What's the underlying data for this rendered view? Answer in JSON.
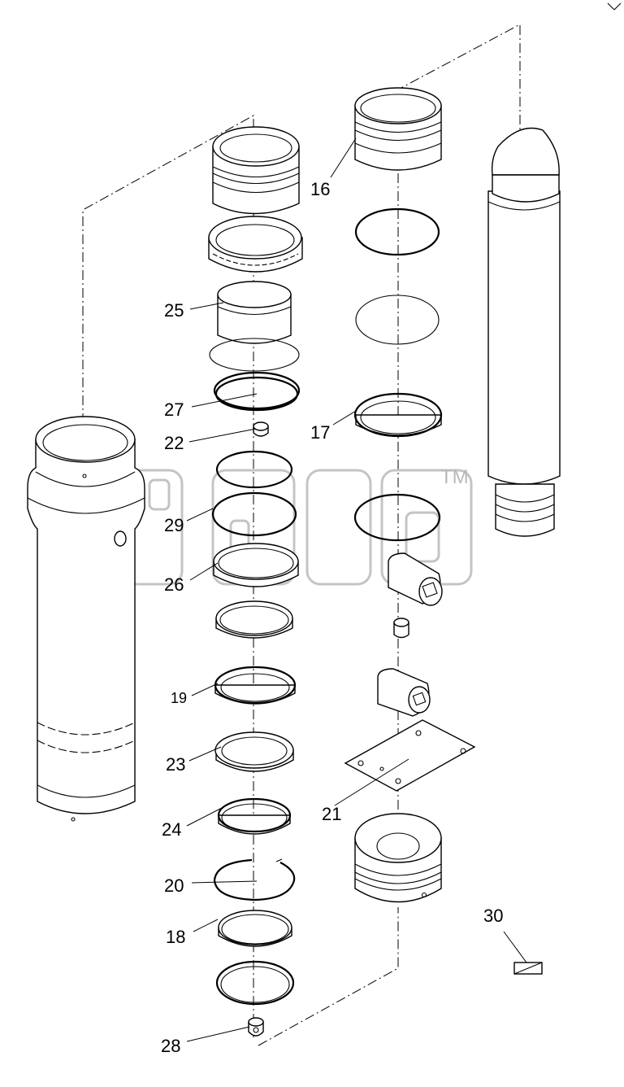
{
  "callouts": {
    "c16": "16",
    "c17": "17",
    "c18": "18",
    "c19": "19",
    "c20": "20",
    "c21": "21",
    "c22": "22",
    "c23": "23",
    "c24": "24",
    "c25": "25",
    "c26": "26",
    "c27": "27",
    "c28": "28",
    "c29": "29",
    "c30": "30"
  },
  "watermark": {
    "trademark": "TM"
  },
  "colors": {
    "line": "#000000",
    "background": "#ffffff",
    "watermark": "#c4c4c4"
  }
}
